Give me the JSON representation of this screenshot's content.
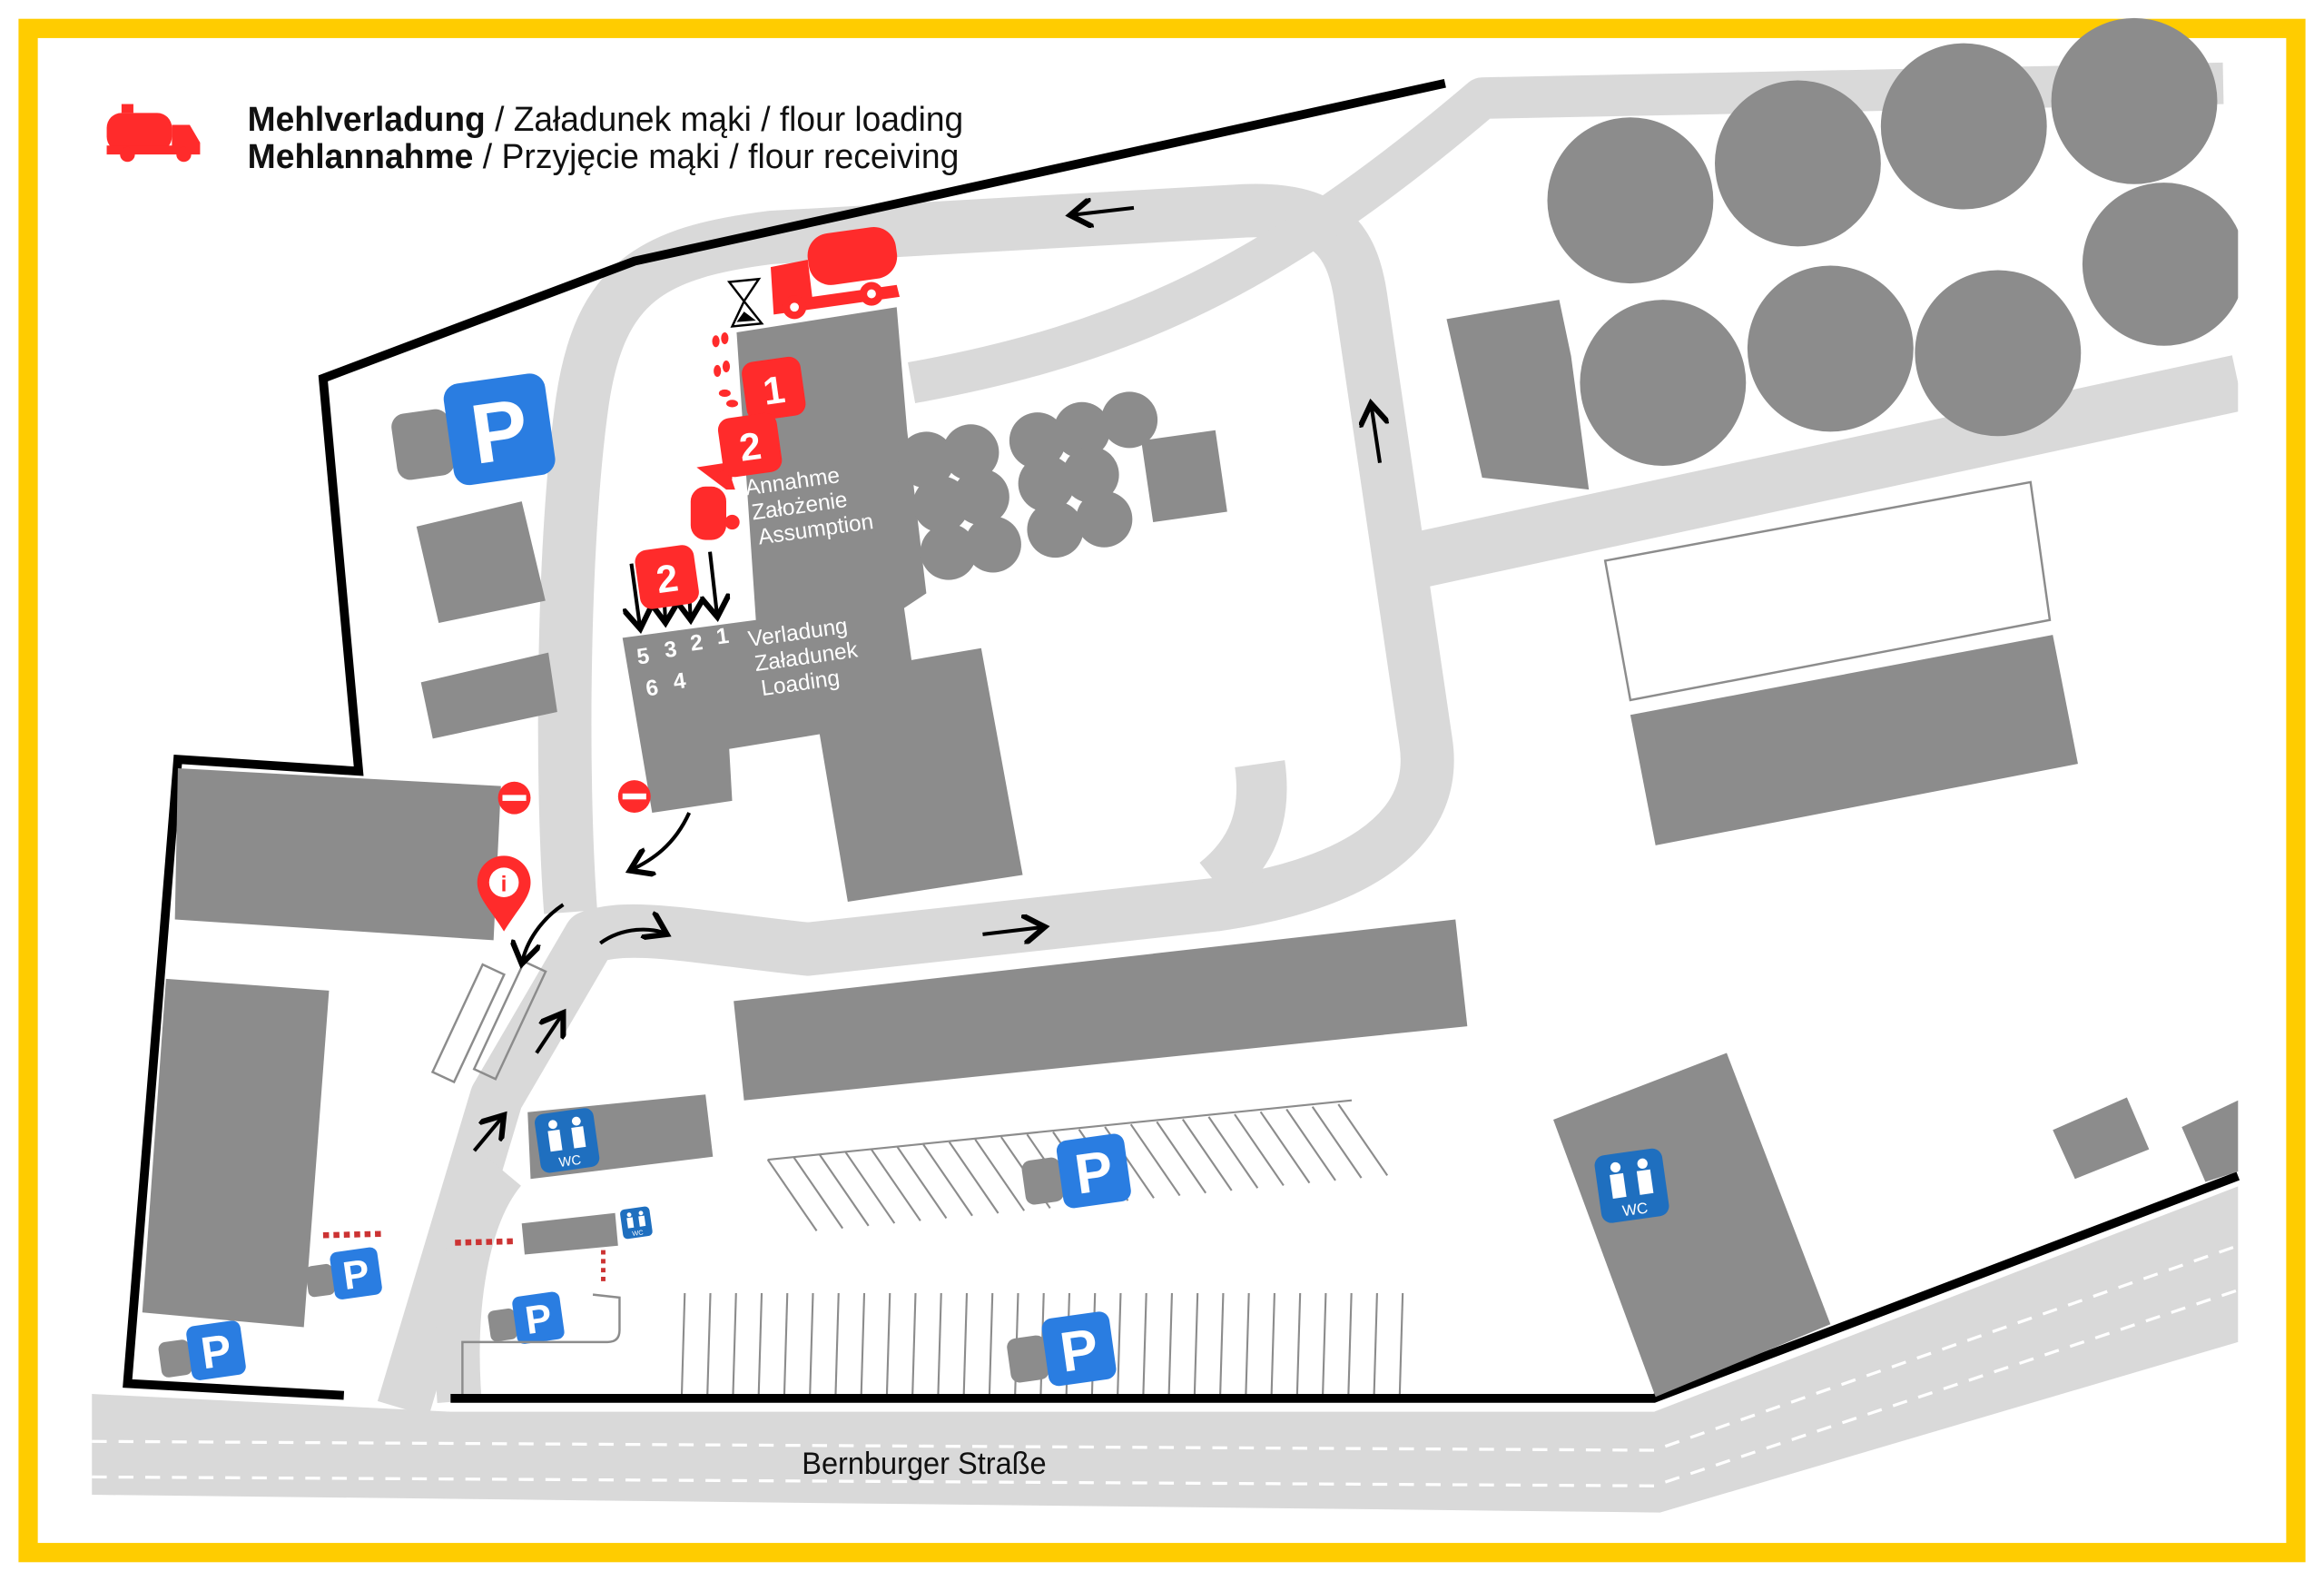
{
  "legend": {
    "line1_bold": "Mehlverladung",
    "line1_rest": " / Załadunek mąki / flour loading",
    "line2_bold": "Mehlannahme",
    "line2_rest": " / Przyjęcie mąki / flour receiving",
    "icon": "tanker-truck-icon"
  },
  "receiving": {
    "lines": [
      "Annahme",
      "Założenie",
      "Assumption"
    ],
    "badges": [
      "1",
      "2"
    ]
  },
  "loading": {
    "lines": [
      "Verladung",
      "Załadunek",
      "Loading"
    ],
    "badge": "2",
    "docks_row1": [
      "5",
      "3",
      "2",
      "1"
    ],
    "docks_row2": [
      "6",
      "4"
    ]
  },
  "parking": {
    "label": "P"
  },
  "wc": {
    "label": "WC"
  },
  "info": {
    "label": "i"
  },
  "street": {
    "name": "Bernburger Straße"
  },
  "colors": {
    "frame": "#FFCC00",
    "accent_red": "#FF2B2B",
    "parking_blue": "#2A7DE1",
    "wc_blue": "#1F6FBF",
    "building": "#8C8C8C",
    "road": "#D9D9D9"
  }
}
